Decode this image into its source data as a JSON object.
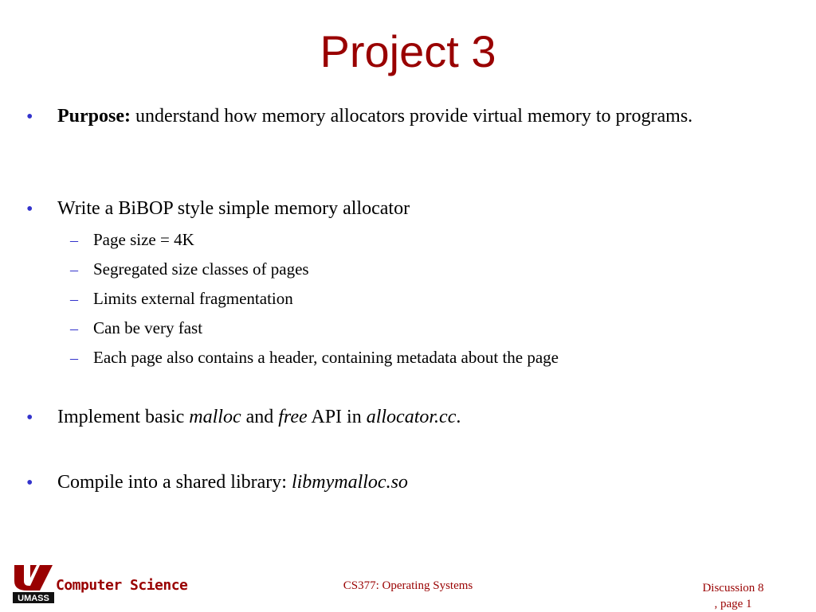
{
  "slide": {
    "title": "Project 3",
    "bullet_glyph": "•",
    "dash_glyph": "–"
  },
  "bullets": {
    "purpose_label": "Purpose:",
    "purpose_text": " understand how memory allocators provide virtual memory to programs.",
    "write_text": "Write a BiBOP style simple memory allocator",
    "sub": [
      "Page size = 4K",
      "Segregated size classes of pages",
      "Limits external fragmentation",
      "Can be very fast",
      "Each page also contains a header, containing metadata about the page"
    ],
    "implement_pre": "Implement basic ",
    "implement_malloc": "malloc",
    "implement_and": " and ",
    "implement_free": "free",
    "implement_api": " API in ",
    "implement_file": "allocator.cc",
    "implement_end": ".",
    "compile_pre": "Compile into a shared library: ",
    "compile_lib": "libmymalloc.so"
  },
  "footer": {
    "logo_text": "UMASS",
    "department": "Computer Science",
    "course": "CS377: Operating Systems",
    "page_line1": "Discussion 8",
    "page_line2": ", page 1"
  },
  "colors": {
    "title": "#990000",
    "bullet": "#3333cc",
    "footer": "#990000"
  }
}
